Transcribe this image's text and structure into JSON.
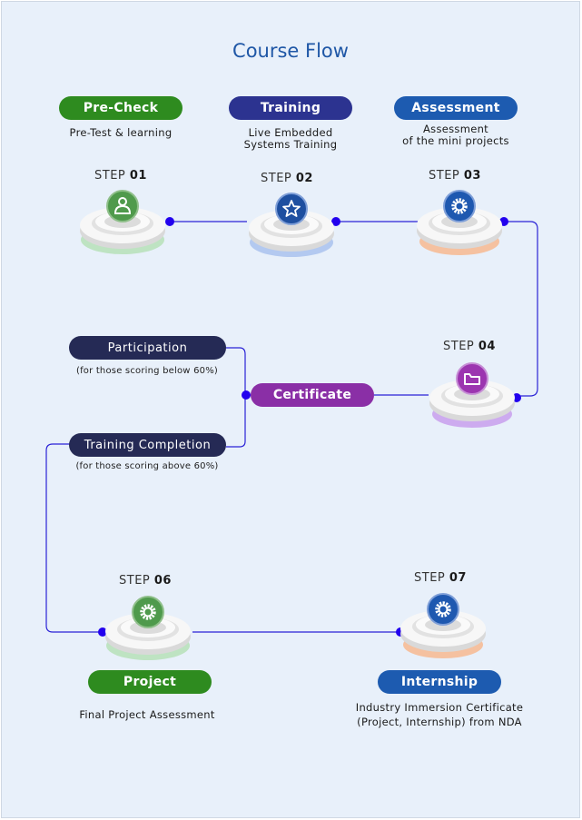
{
  "title": "Course Flow",
  "steps": [
    {
      "label": "STEP",
      "num": "01",
      "icon": "user-icon",
      "color": "#4f9a4c",
      "glow": "#8bd27e"
    },
    {
      "label": "STEP",
      "num": "02",
      "icon": "star-icon",
      "color": "#1e4fa0",
      "glow": "#7ea2e6"
    },
    {
      "label": "STEP",
      "num": "03",
      "icon": "gear-icon",
      "color": "#1e58b0",
      "glow": "#ff9a55"
    },
    {
      "label": "STEP",
      "num": "04",
      "icon": "folder-icon",
      "color": "#9c35b0",
      "glow": "#b672e6"
    },
    {
      "label": "STEP",
      "num": "06",
      "icon": "gear-icon",
      "color": "#4f9a4c",
      "glow": "#8bd27e"
    },
    {
      "label": "STEP",
      "num": "07",
      "icon": "gear-icon",
      "color": "#1e58b0",
      "glow": "#ff9a55"
    }
  ],
  "pills": {
    "precheck": {
      "text": "Pre-Check",
      "color": "#2e8b1f"
    },
    "training": {
      "text": "Training",
      "color": "#2c3390"
    },
    "assessment": {
      "text": "Assessment",
      "color": "#1d5bb0"
    },
    "participation": {
      "text": "Participation",
      "color": "#252a55"
    },
    "certificate": {
      "text": "Certificate",
      "color": "#8a2fa6"
    },
    "completion": {
      "text": "Training Completion",
      "color": "#252a55"
    },
    "project": {
      "text": "Project",
      "color": "#2e8b1f"
    },
    "internship": {
      "text": "Internship",
      "color": "#1d5bb0"
    }
  },
  "desc": {
    "precheck": "Pre-Test & learning",
    "training_1": "Live Embedded",
    "training_2": "Systems Training",
    "assessment_1": "Assessment",
    "assessment_2": "of the mini projects",
    "participation_note": "(for those scoring below 60%)",
    "completion_note": "(for those scoring above 60%)",
    "project": "Final Project Assessment",
    "internship_1": "Industry Immersion Certificate",
    "internship_2": "(Project, Internship) from NDA"
  },
  "colors": {
    "line": "#2a22d6",
    "dot": "#2200ee",
    "title": "#1f57a6"
  }
}
